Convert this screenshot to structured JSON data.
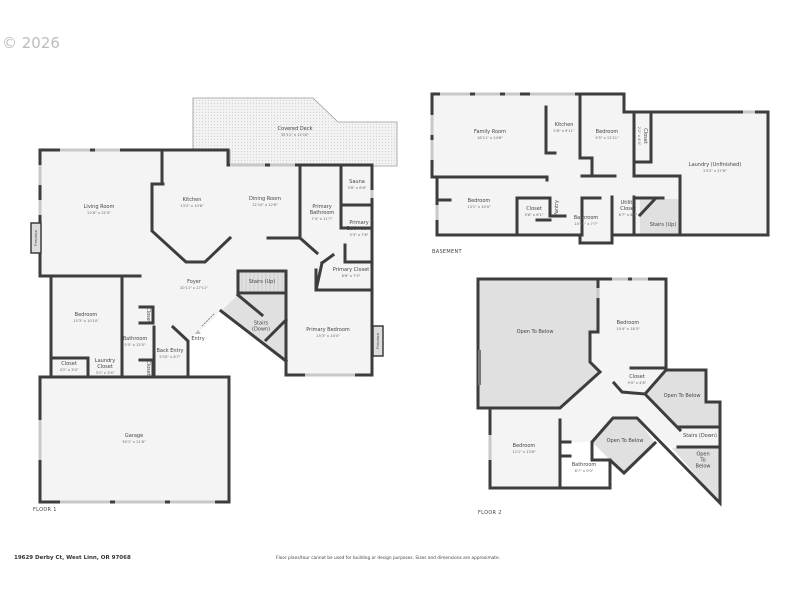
{
  "watermark": "© 2026",
  "footer": {
    "address": "19629 Derby Ct, West Linn, OR 97068",
    "disclaimer": "Floor plans/tour cannot be used for building or design purposes. Sizes and dimensions are approximate."
  },
  "fireplace_label": "Fireplace",
  "floors": [
    {
      "name": "FLOOR 1",
      "rooms": [
        {
          "name": "Covered Deck",
          "dims": "35'11\" x 11'10\""
        },
        {
          "name": "Living Room",
          "dims": "22'6\" x 22'3\""
        },
        {
          "name": "Kitchen",
          "dims": "13'2\" x 10'8\""
        },
        {
          "name": "Dining Room",
          "dims": "12'10\" x 12'6\""
        },
        {
          "name": "Primary Bathroom",
          "dims": "7'4\" x 11'7\""
        },
        {
          "name": "Sauna",
          "dims": "5'8\" x 6'6\""
        },
        {
          "name": "Primary Bathroom",
          "dims": "5'3\" x 7'8\""
        },
        {
          "name": "Primary Closet",
          "dims": "8'6\" x 7'5\""
        },
        {
          "name": "Foyer",
          "dims": "20'11\" x 17'11\""
        },
        {
          "name": "Stairs (Up)"
        },
        {
          "name": "Stairs (Down)"
        },
        {
          "name": "Bedroom",
          "dims": "13'3\" x 10'10\""
        },
        {
          "name": "Bathroom",
          "dims": "5'5\" x 12'0\""
        },
        {
          "name": "Closet"
        },
        {
          "name": "Closet"
        },
        {
          "name": "Back Entry",
          "dims": "5'10\" x 8'7\""
        },
        {
          "name": "Entry"
        },
        {
          "name": "Closet",
          "dims": "4'2\" x 3'4\""
        },
        {
          "name": "Laundry Closet",
          "dims": "3'1\" x 3'4\""
        },
        {
          "name": "Primary Bedroom",
          "dims": "15'3\" x 14'4\""
        },
        {
          "name": "Garage",
          "dims": "30'1\" x 21'8\""
        }
      ]
    },
    {
      "name": "BASEMENT",
      "rooms": [
        {
          "name": "Family Room",
          "dims": "18'11\" x 14'8\""
        },
        {
          "name": "Kitchen",
          "dims": "5'8\" x 9'11\""
        },
        {
          "name": "Bedroom",
          "dims": "9'5\" x 12'11\""
        },
        {
          "name": "Closet",
          "dims": "2'2\" x 4'0\""
        },
        {
          "name": "Laundry (Unfinished)",
          "dims": "23'2\" x 27'6\""
        },
        {
          "name": "Bedroom",
          "dims": "13'1\" x 10'0\""
        },
        {
          "name": "Closet",
          "dims": "5'6\" x 6'1\""
        },
        {
          "name": "Pantry"
        },
        {
          "name": "Bathroom",
          "dims": "10'11\" x 7'7\""
        },
        {
          "name": "Utility Closet",
          "dims": "6'7\" x 6'1\""
        },
        {
          "name": "Stairs (Up)"
        }
      ]
    },
    {
      "name": "FLOOR 2",
      "rooms": [
        {
          "name": "Open To Below"
        },
        {
          "name": "Bedroom",
          "dims": "10'4\" x 18'3\""
        },
        {
          "name": "Closet",
          "dims": "9'0\" x 4'8\""
        },
        {
          "name": "Open To Below"
        },
        {
          "name": "Stairs (Down)"
        },
        {
          "name": "Open To Below"
        },
        {
          "name": "Open To Below"
        },
        {
          "name": "Bedroom",
          "dims": "12'1\" x 13'8\""
        },
        {
          "name": "Bathroom",
          "dims": "8'7\" x 9'0\""
        }
      ]
    }
  ]
}
